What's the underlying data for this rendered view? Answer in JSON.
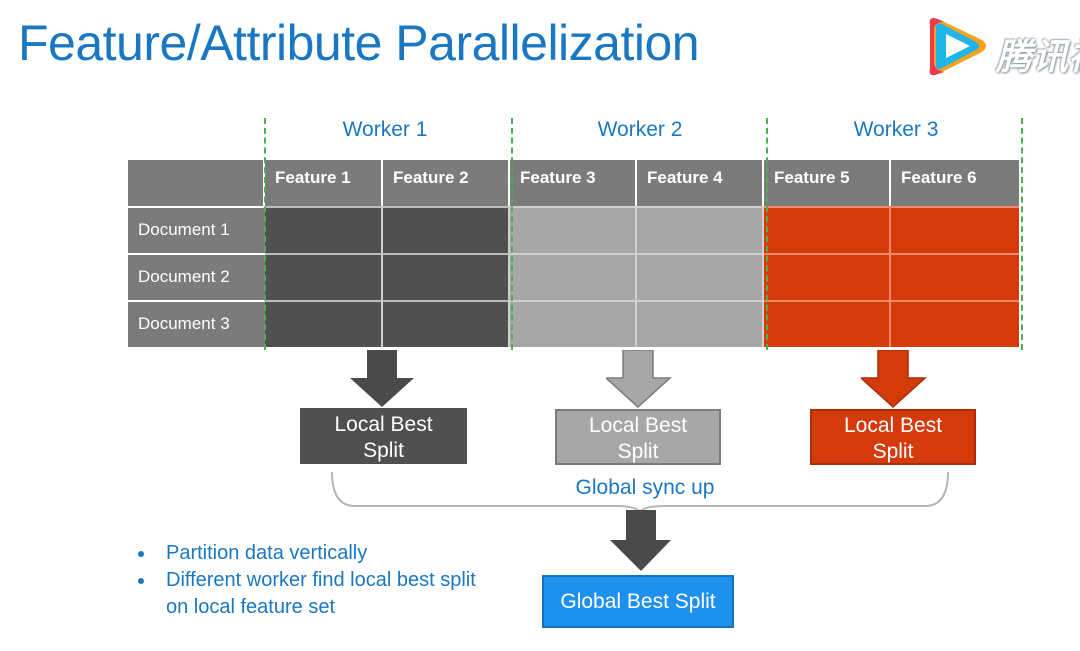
{
  "title": "Feature/Attribute Parallelization",
  "logo": {
    "text": "腾讯视",
    "icon": "tencent-video-play-icon"
  },
  "workers": [
    "Worker 1",
    "Worker 2",
    "Worker 3"
  ],
  "table": {
    "columns": [
      "Feature 1",
      "Feature 2",
      "Feature 3",
      "Feature 4",
      "Feature 5",
      "Feature 6"
    ],
    "rows": [
      "Document 1",
      "Document 2",
      "Document 3"
    ]
  },
  "local_splits": [
    {
      "line1": "Local Best",
      "line2": "Split"
    },
    {
      "line1": "Local Best",
      "line2": "Split"
    },
    {
      "line1": "Local Best",
      "line2": "Split"
    }
  ],
  "sync_label": "Global sync up",
  "global_split": "Global Best Split",
  "bullets": [
    {
      "line1": "Partition data vertically",
      "line2": ""
    },
    {
      "line1": "Different worker find local best split",
      "line2": "on local feature set"
    }
  ],
  "colors": {
    "title_blue": "#1a78c2",
    "worker1": "#505050",
    "worker2": "#a7a7a7",
    "worker3": "#d53a0b",
    "global": "#1e90ee",
    "divider_green": "#4caf50"
  }
}
